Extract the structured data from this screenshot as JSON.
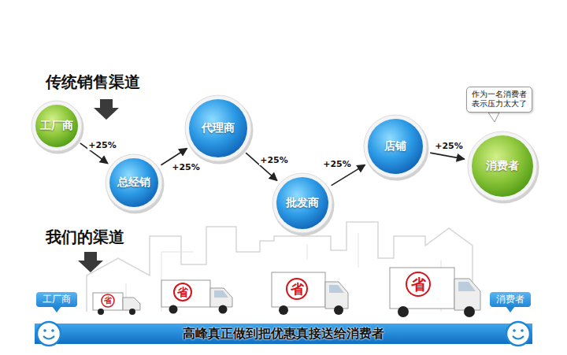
{
  "diagram": {
    "title": "传统销售渠道",
    "nodes": [
      {
        "text": [
          "工厂商"
        ]
      },
      {
        "text": [
          "总经销"
        ]
      },
      {
        "text": [
          "代理商"
        ]
      },
      {
        "text": [
          "批发商"
        ]
      },
      {
        "text": [
          "店铺"
        ]
      },
      {
        "text": [
          "作为一名消费者 表示压力太大了"
        ]
      },
      {
        "text": [
          "消费者"
        ]
      },
      {
        "text": [
          "工厂商"
        ]
      },
      {
        "text": [
          "消费者"
        ]
      },
      {
        "text": [
          "高峰真正做到把优惠真接送给消费者"
        ]
      }
    ],
    "edges": [
      {
        "from": 0,
        "to": 1,
        "label": "+25%",
        "arrow": "to"
      },
      {
        "from": 1,
        "to": 2,
        "label": "+25%",
        "arrow": "to"
      },
      {
        "from": 2,
        "to": 3,
        "label": "+25%",
        "arrow": "to"
      },
      {
        "from": 3,
        "to": 4,
        "label": "+25%",
        "arrow": "to"
      },
      {
        "from": 4,
        "to": 6,
        "label": "+25%",
        "arrow": "to"
      }
    ],
    "labels": [
      "我们的渠道",
      "省",
      "省",
      "省",
      "省"
    ]
  }
}
